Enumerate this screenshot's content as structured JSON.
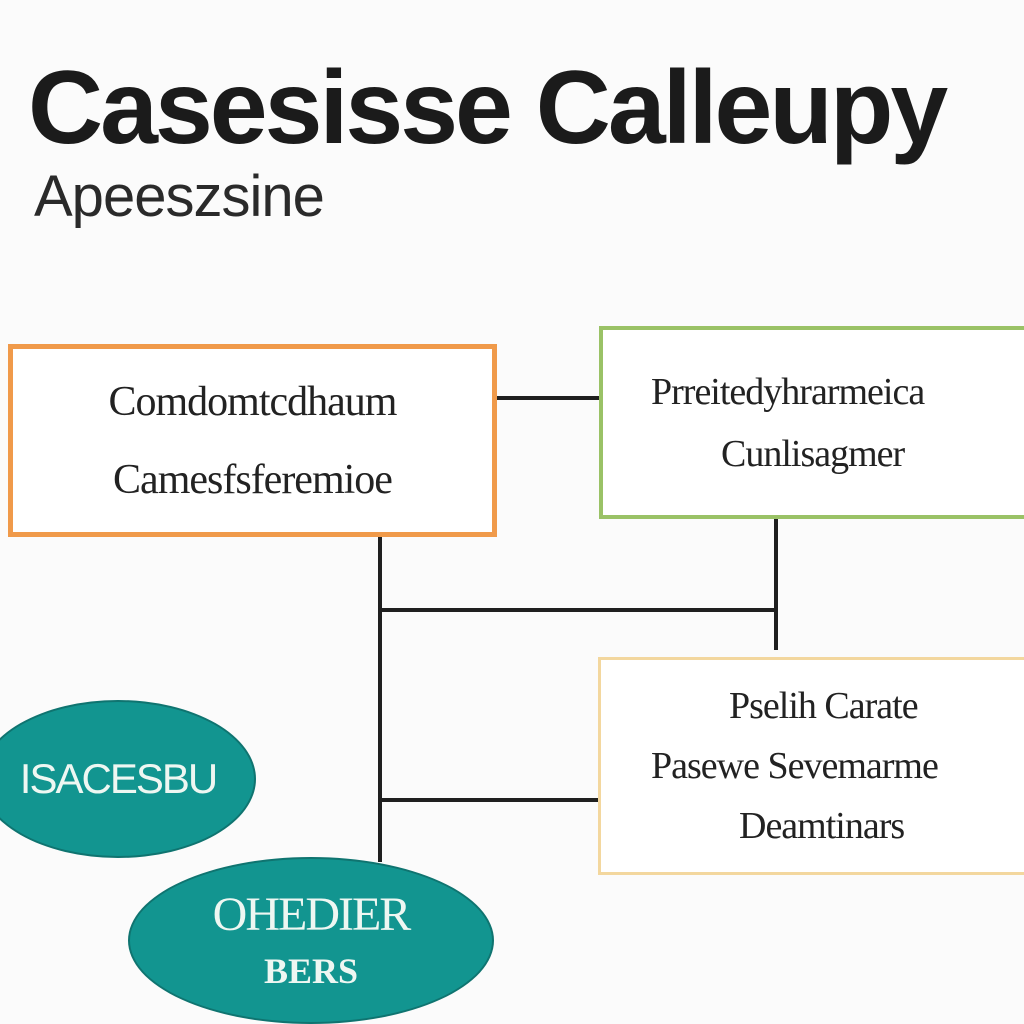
{
  "header": {
    "title": "Casesisse Calleupy",
    "subtitle": "Apeeszsine"
  },
  "boxes": {
    "orange": {
      "line1": "Comdomtcdhaum",
      "line2": "Camesfsferemioe",
      "border_color": "#f09a4a"
    },
    "green": {
      "line1": "Prreitedyhrarmeica",
      "line2": "Cunlisagmer",
      "border_color": "#9ac266"
    },
    "yellow": {
      "line1": "Pselih Carate",
      "line2": "Pasewe Sevemarme",
      "line3": "Deamtinars",
      "border_color": "#f3d79e"
    }
  },
  "ellipses": {
    "a": {
      "label": "ISACESBU",
      "fill_color": "#129590"
    },
    "b": {
      "line1": "OHEDIER",
      "line2": "BERS",
      "fill_color": "#129590"
    }
  },
  "connector_color": "#1f1f1f"
}
